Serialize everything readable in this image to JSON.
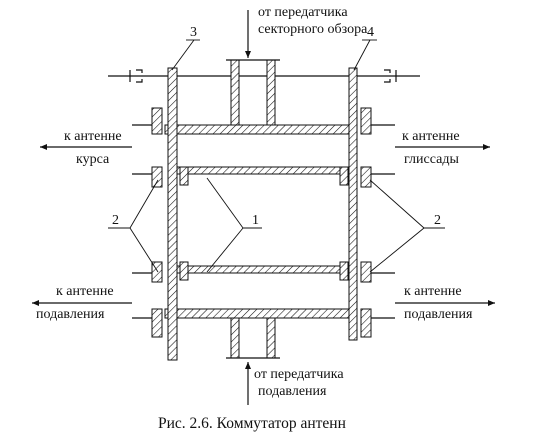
{
  "labels": {
    "top_source_1": "от передатчика",
    "top_source_2": "секторного обзора",
    "bottom_source_1": "от передатчика",
    "bottom_source_2": "подавления",
    "left_top_1": "к антенне",
    "left_top_2": "курса",
    "right_top_1": "к антенне",
    "right_top_2": "глиссады",
    "left_bottom_1": "к антенне",
    "left_bottom_2": "подавления",
    "right_bottom_1": "к антенне",
    "right_bottom_2": "подавления"
  },
  "callouts": {
    "n1": "1",
    "n2_left": "2",
    "n2_right": "2",
    "n3": "3",
    "n4": "4"
  },
  "caption": "Рис. 2.6. Коммутатор антенн"
}
